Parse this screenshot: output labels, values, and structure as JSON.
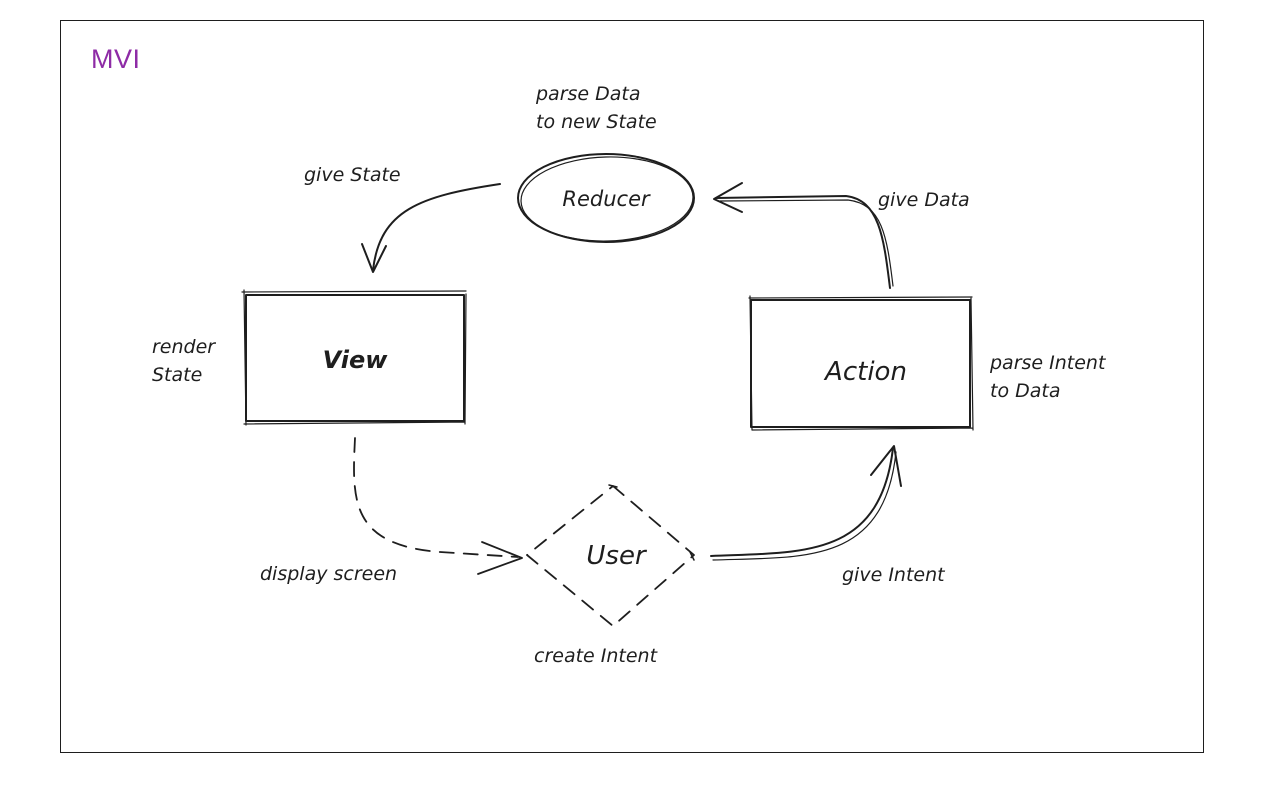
{
  "diagram": {
    "title": "MVI",
    "nodes": {
      "reducer": "Reducer",
      "view": "View",
      "action": "Action",
      "user": "User"
    },
    "labels": {
      "reducer_note": "parse Data\nto new State",
      "view_note": "render\nState",
      "action_note": "parse Intent\nto Data",
      "user_note": "create Intent"
    },
    "edges": {
      "reducer_to_view": "give State",
      "action_to_reducer": "give Data",
      "view_to_user": "display screen",
      "user_to_action": "give Intent"
    }
  },
  "colors": {
    "title": "#8e2ba6",
    "stroke": "#1e1e1e",
    "background": "#ffffff"
  }
}
